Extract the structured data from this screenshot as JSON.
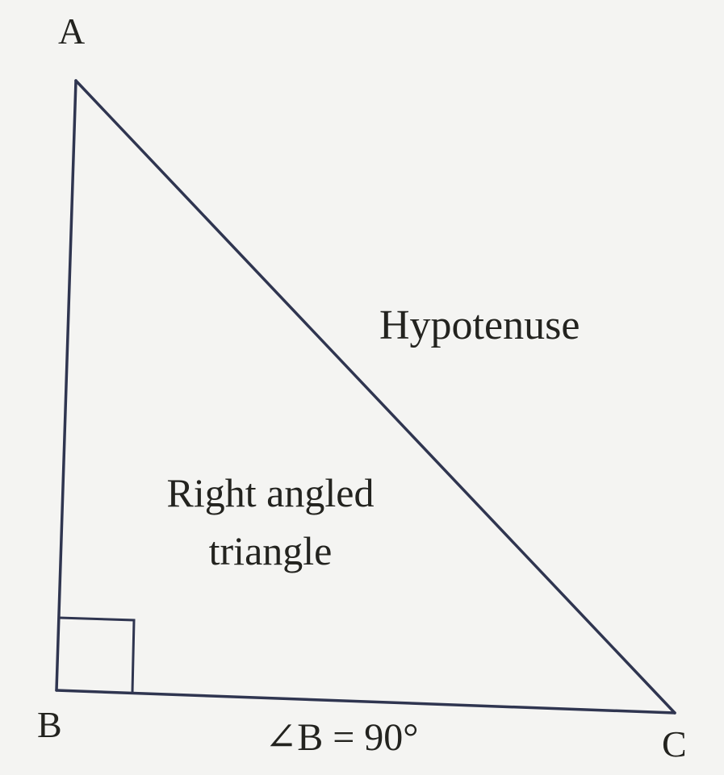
{
  "diagram": {
    "vertices": {
      "a": "A",
      "b": "B",
      "c": "C"
    },
    "hypotenuse_label": "Hypotenuse",
    "caption_line1": "Right angled",
    "caption_line2": "triangle",
    "angle_label": "∠B = 90°"
  },
  "colors": {
    "line": "#2f3550",
    "text": "#23231f",
    "background": "#f4f4f2"
  }
}
